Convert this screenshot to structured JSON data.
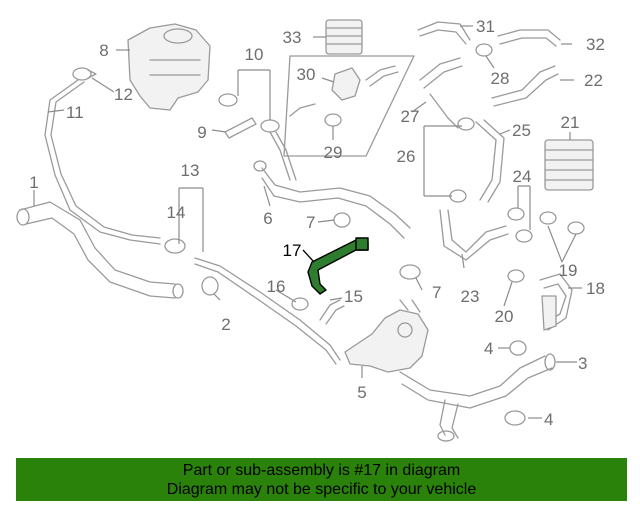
{
  "callouts": [
    "1",
    "2",
    "3",
    "4",
    "4",
    "5",
    "6",
    "7",
    "7",
    "8",
    "9",
    "10",
    "11",
    "12",
    "13",
    "14",
    "15",
    "16",
    "17",
    "18",
    "19",
    "20",
    "21",
    "22",
    "23",
    "24",
    "25",
    "26",
    "27",
    "28",
    "29",
    "30",
    "31",
    "32",
    "33"
  ],
  "highlighted_part": "17",
  "banner": {
    "line1": "Part or sub-assembly is #17 in diagram",
    "line2": "Diagram may not be specific to your vehicle"
  },
  "colors": {
    "highlight": "#2e7d2e",
    "banner": "#2a820a",
    "linework": "#9a9a9a"
  }
}
